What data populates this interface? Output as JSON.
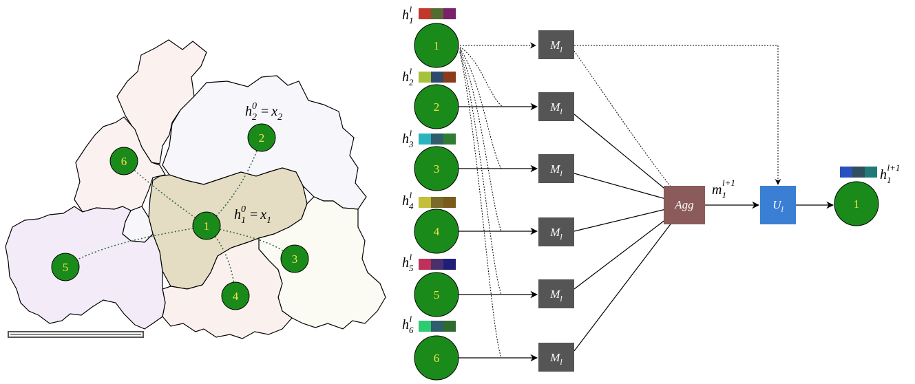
{
  "graph": {
    "nodes": [
      {
        "id": "1",
        "label": "1"
      },
      {
        "id": "2",
        "label": "2"
      },
      {
        "id": "3",
        "label": "3"
      },
      {
        "id": "4",
        "label": "4"
      },
      {
        "id": "5",
        "label": "5"
      },
      {
        "id": "6",
        "label": "6"
      }
    ],
    "edges": [
      [
        "1",
        "2"
      ],
      [
        "1",
        "3"
      ],
      [
        "1",
        "4"
      ],
      [
        "1",
        "5"
      ],
      [
        "1",
        "6"
      ]
    ],
    "annotation_center": {
      "base": "h",
      "sub": "1",
      "sup": "0",
      "rhs_base": "x",
      "rhs_sub": "1",
      "eq": "="
    },
    "annotation_neighbor": {
      "base": "h",
      "sub": "2",
      "sup": "0",
      "rhs_base": "x",
      "rhs_sub": "2",
      "eq": "="
    }
  },
  "pipeline": {
    "inputs": [
      {
        "label": "1",
        "h_base": "h",
        "h_sub": "1",
        "h_sup": "l",
        "colors": [
          "#c0392b",
          "#556b2f",
          "#7b1f6a"
        ]
      },
      {
        "label": "2",
        "h_base": "h",
        "h_sub": "2",
        "h_sup": "l",
        "colors": [
          "#a6c23a",
          "#2e4a6b",
          "#8b3a1a"
        ]
      },
      {
        "label": "3",
        "h_base": "h",
        "h_sub": "3",
        "h_sup": "l",
        "colors": [
          "#2bb3c0",
          "#2f5d6b",
          "#2f7d32"
        ]
      },
      {
        "label": "4",
        "h_base": "h",
        "h_sub": "4",
        "h_sup": "l",
        "colors": [
          "#c3bf3a",
          "#7a6b2a",
          "#7a5a1a"
        ]
      },
      {
        "label": "5",
        "h_base": "h",
        "h_sub": "5",
        "h_sup": "l",
        "colors": [
          "#c0305a",
          "#4a2f6b",
          "#1f1f7a"
        ]
      },
      {
        "label": "6",
        "h_base": "h",
        "h_sub": "6",
        "h_sup": "l",
        "colors": [
          "#2ecc71",
          "#2f5d6b",
          "#2f6b2f"
        ]
      }
    ],
    "message_label": {
      "base": "M",
      "sub": "l"
    },
    "agg_label": "Agg",
    "update_label": {
      "base": "U",
      "sub": "l"
    },
    "message_out": {
      "base": "m",
      "sub": "1",
      "sup": "l+1"
    },
    "output": {
      "label": "1",
      "h_base": "h",
      "h_sub": "1",
      "h_sup": "l+1",
      "colors": [
        "#2a4fbf",
        "#2f4f5f",
        "#1f7a7a"
      ]
    },
    "colors": {
      "node_fill": "#1a8a1a",
      "message_box": "#555555",
      "agg_box": "#8b5a5a",
      "update_box": "#3a7fd4"
    }
  }
}
